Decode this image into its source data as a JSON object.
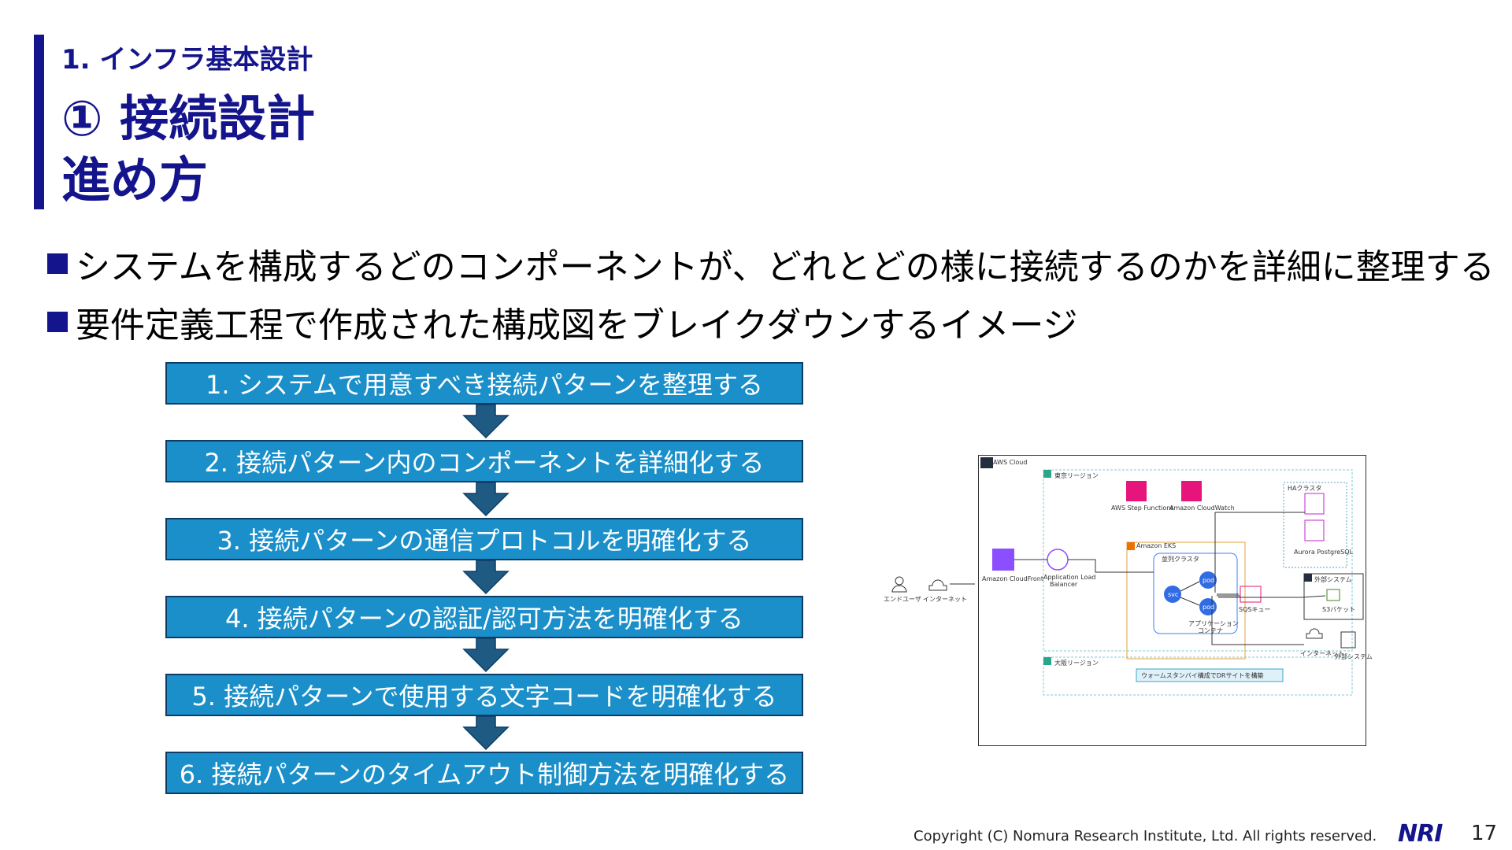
{
  "header": {
    "breadcrumb": "1. インフラ基本設計",
    "title_line1": "① 接続設計",
    "title_line2": "進め方"
  },
  "bullets": [
    "システムを構成するどのコンポーネントが、どれとどの様に接続するのかを詳細に整理する",
    "要件定義工程で作成された構成図をブレイクダウンするイメージ"
  ],
  "steps": [
    "1. システムで用意すべき接続パターンを整理する",
    "2. 接続パターン内のコンポーネントを詳細化する",
    "3. 接続パターンの通信プロトコルを明確化する",
    "4. 接続パターンの認証/認可方法を明確化する",
    "5. 接続パターンで使用する文字コードを明確化する",
    "6. 接続パターンのタイムアウト制御方法を明確化する"
  ],
  "diagram": {
    "cloud_label": "AWS Cloud",
    "region_main": "東京リージョン",
    "region_dr": "大阪リージョン",
    "step_functions": "AWS Step Functions",
    "cloudwatch": "Amazon CloudWatch",
    "ha_cluster": "HAクラスタ",
    "aurora": "Aurora PostgreSQL",
    "eks": "Amazon EKS",
    "cluster": "並列クラスタ",
    "end_user": "エンドユーザ",
    "internet": "インターネット",
    "cloudfront": "Amazon CloudFront",
    "alb_line1": "Application Load",
    "alb_line2": "Balancer",
    "svc": "svc",
    "pod": "pod",
    "app_line1": "アプリケーション",
    "app_line2": "コンテナ",
    "sqs": "SQSキュー",
    "external": "外部システム",
    "s3": "S3バケット",
    "internet2": "インターネット",
    "external2": "外部システム",
    "dr_note": "ウォームスタンバイ構成でDRサイトを構築"
  },
  "footer": {
    "copyright": "Copyright (C)  Nomura Research Institute, Ltd. All rights reserved.",
    "logo": "NRI",
    "page": "17"
  },
  "colors": {
    "accent": "#14148c",
    "step_fill": "#1a8fc9",
    "step_border": "#0d3d66",
    "arrow": "#1f5a82"
  }
}
